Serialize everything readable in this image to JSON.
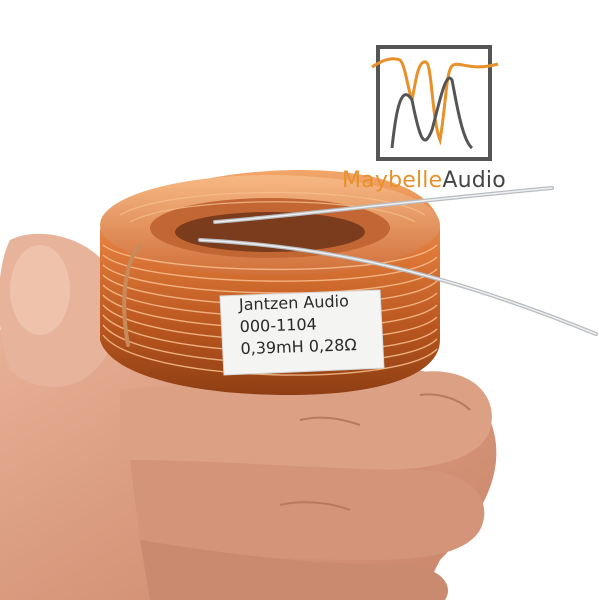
{
  "logo": {
    "brand_first": "Maybelle",
    "brand_second": "Audio",
    "accent_color": "#e8902a",
    "frame_color": "#555555",
    "icon": "waveform-m-logo-icon"
  },
  "product_label": {
    "line1": "Jantzen Audio",
    "line2": "000-1104",
    "line3": "0,39mH 0,28Ω"
  }
}
